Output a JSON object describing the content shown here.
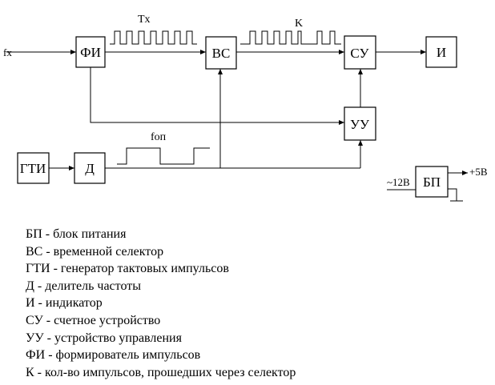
{
  "diagram": {
    "blocks": {
      "fi": "ФИ",
      "vs": "ВС",
      "su": "СУ",
      "i": "И",
      "uu": "УУ",
      "gti": "ГТИ",
      "d": "Д",
      "bp": "БП"
    },
    "signals": {
      "fx": "fx",
      "tx": "Tx",
      "k": "K",
      "fop": "fоп",
      "in_voltage": "~12В",
      "out_voltage": "+5В"
    }
  },
  "legend": [
    "БП - блок питания",
    "ВС - временной селектор",
    "ГТИ - генератор тактовых импульсов",
    "Д - делитель частоты",
    "И - индикатор",
    "СУ - счетное устройство",
    "УУ - устройство управления",
    "ФИ - формирователь импульсов",
    "К - кол-во импульсов, прошедших через селектор"
  ]
}
